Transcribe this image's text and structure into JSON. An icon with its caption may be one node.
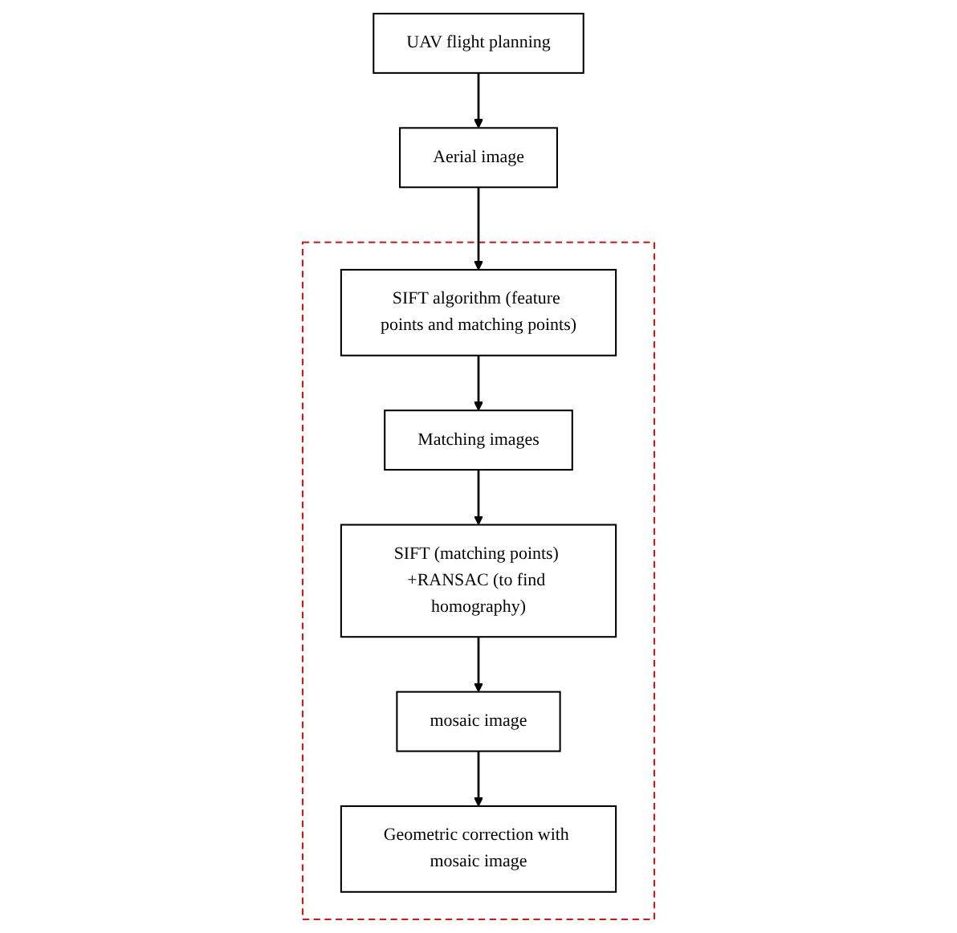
{
  "diagram": {
    "nodes": [
      {
        "text": [
          "UAV flight planning"
        ]
      },
      {
        "text": [
          "Aerial image"
        ]
      },
      {
        "text": [],
        "shape": "box"
      },
      {
        "text": [
          "SIFT algorithm (feature points and matching points)"
        ],
        "in": 2
      },
      {
        "text": [
          "Matching images"
        ],
        "in": 2
      },
      {
        "text": [
          "SIFT (matching points) +RANSAC (to find homography)"
        ],
        "in": 2
      },
      {
        "text": [
          "mosaic image"
        ],
        "in": 2
      },
      {
        "text": [
          "Geometric correction with mosaic image"
        ],
        "in": 2
      }
    ],
    "edges": [
      {
        "from": 0,
        "to": 1,
        "arrow": "to"
      },
      {
        "from": 1,
        "to": 3,
        "arrow": "to"
      },
      {
        "from": 3,
        "to": 4,
        "arrow": "to"
      },
      {
        "from": 4,
        "to": 5,
        "arrow": "to"
      },
      {
        "from": 5,
        "to": 6,
        "arrow": "to"
      },
      {
        "from": 6,
        "to": 7,
        "arrow": "to"
      }
    ]
  }
}
